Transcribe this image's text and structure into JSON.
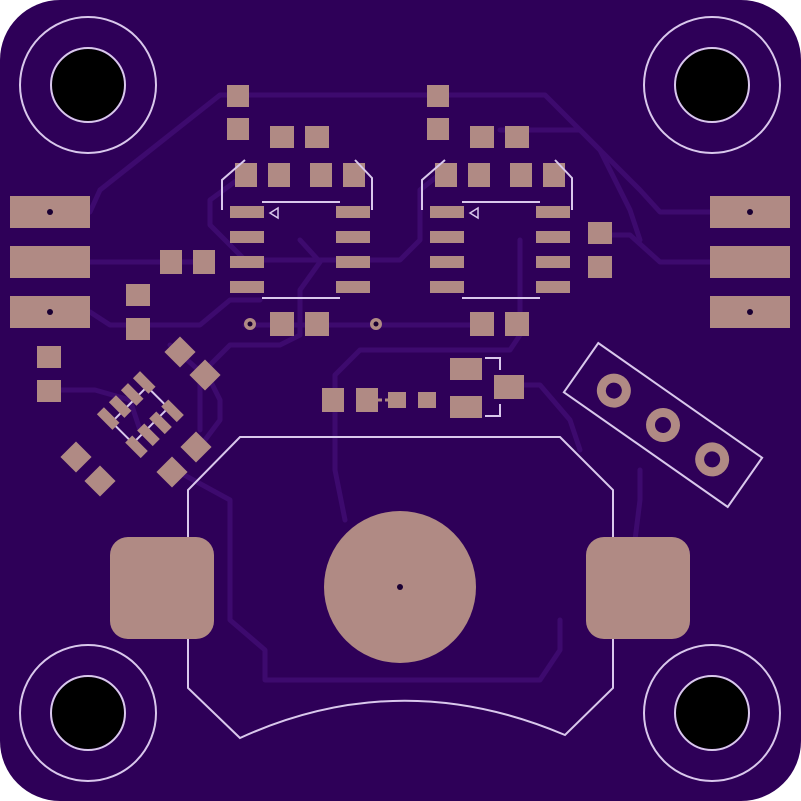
{
  "board": {
    "colors": {
      "background": "#ffffff",
      "board_fill": "#2e0058",
      "trace": "#3d0a6e",
      "pad": "#b08a84",
      "silkscreen": "#d9c8ec",
      "hole": "#000000",
      "drill_dot": "#1a0033"
    },
    "components": {
      "mounting_holes": 4,
      "soic_packages": 2,
      "edge_connectors": 2,
      "battery_holder": 1,
      "through_hole_header_pins": 3
    }
  }
}
